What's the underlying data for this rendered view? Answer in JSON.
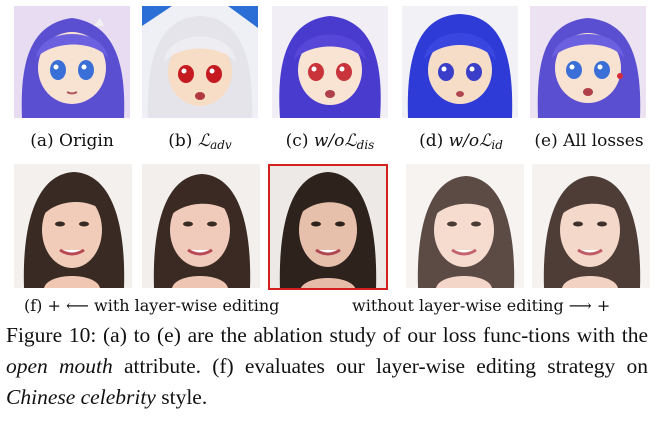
{
  "figure": {
    "row1_captions": {
      "a_prefix": "(a)",
      "a_text": "Origin",
      "b_prefix": "(b)",
      "b_symbol": "ℒ",
      "b_sub": "adv",
      "c_prefix": "(c)",
      "c_wo": "w/o",
      "c_symbol": "ℒ",
      "c_sub": "dis",
      "d_prefix": "(d)",
      "d_wo": "w/o",
      "d_symbol": "ℒ",
      "d_sub": "id",
      "e_prefix": "(e)",
      "e_text": "All losses"
    },
    "row2_captions": {
      "left": "(f) + ⟵ with layer-wise editing",
      "right": "without layer-wise editing ⟶ +"
    },
    "highlight_color": "#d42020",
    "caption": {
      "part1": "Figure 10: (a) to (e) are the ablation study of our loss func-tions with the ",
      "em1": "open mouth",
      "part2": " attribute. (f) evaluates our layer-wise editing strategy on ",
      "em2": "Chinese celebrity",
      "part3": " style."
    }
  }
}
